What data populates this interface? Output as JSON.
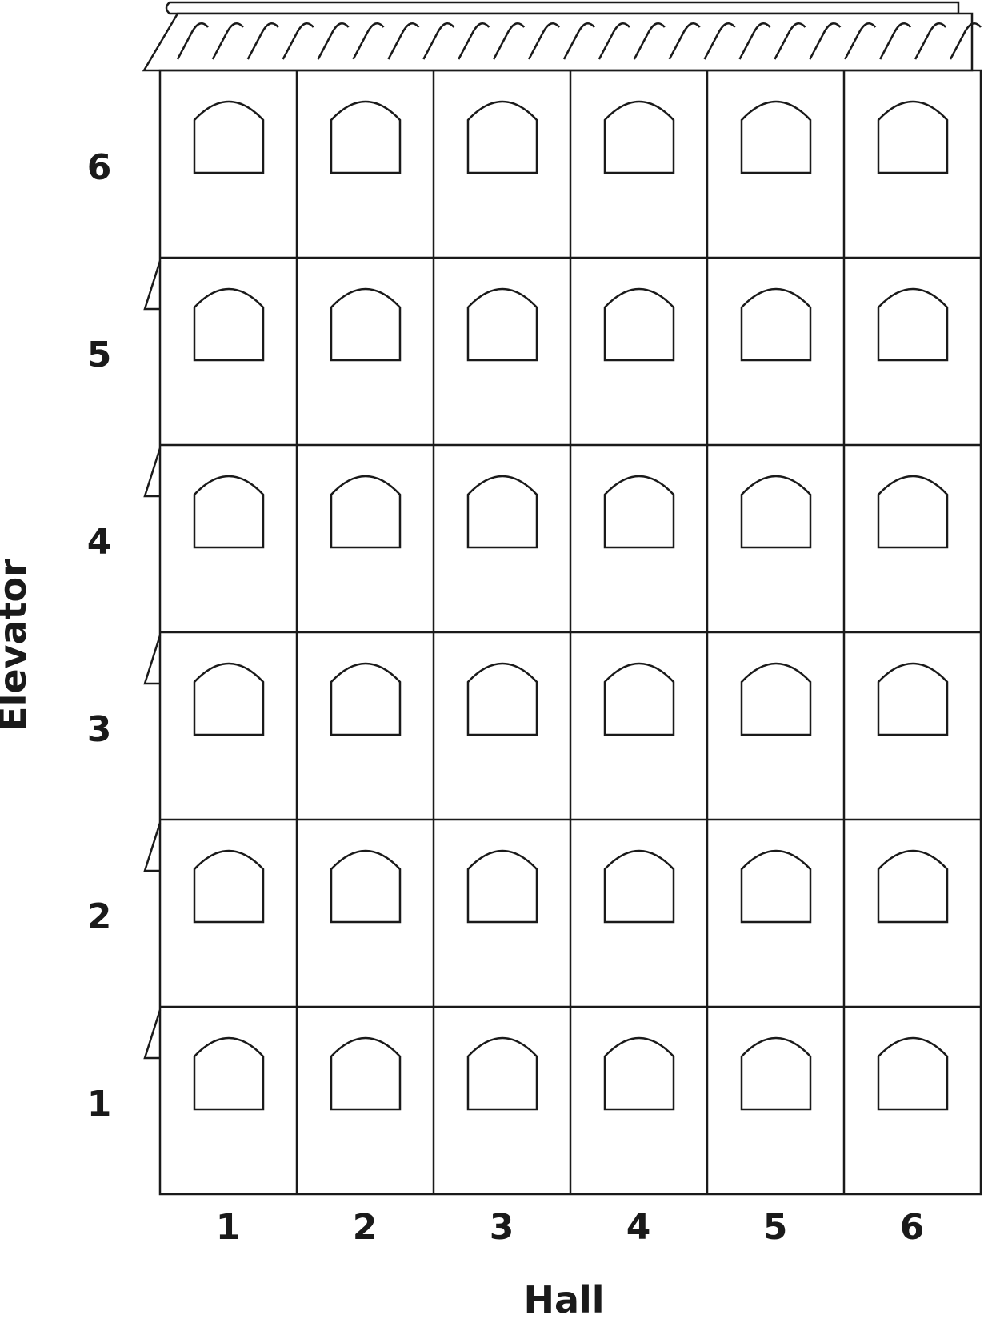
{
  "axes": {
    "y_title": "Elevator",
    "x_title": "Hall",
    "floors": [
      "6",
      "5",
      "4",
      "3",
      "2",
      "1"
    ],
    "halls": [
      "1",
      "2",
      "3",
      "4",
      "5",
      "6"
    ]
  },
  "grid": {
    "rows": 6,
    "cols": 6,
    "cell_content": "arched-door-icon"
  },
  "colors": {
    "line": "#1a1a1a",
    "background": "#ffffff"
  }
}
